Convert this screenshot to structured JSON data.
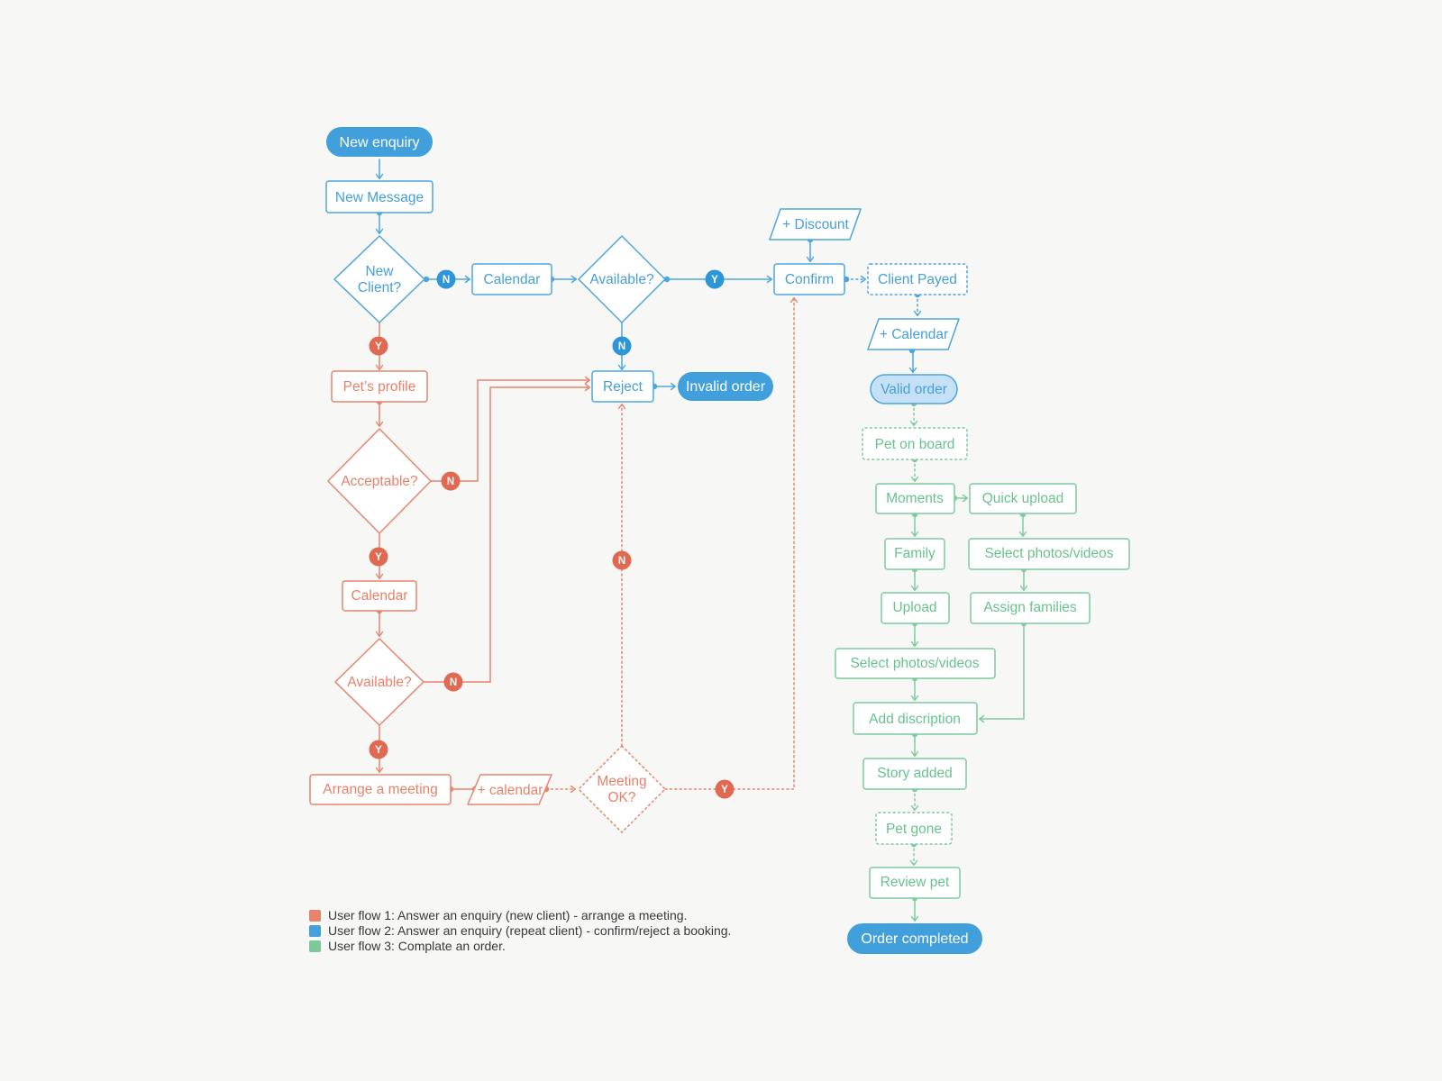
{
  "colors": {
    "background": "#F7F7F6",
    "flow1_red": "#E9846D",
    "flow2_blue": "#4DA5DD",
    "flow3_green": "#7FCA9E",
    "pill_fill_blue": "#41A0DC",
    "valid_order_fill": "#C6E1F5",
    "badge_blue": "#2D96D9",
    "badge_red": "#DF6A51"
  },
  "nodes": {
    "new_enquiry": {
      "label": "New enquiry"
    },
    "new_message": {
      "label": "New Message"
    },
    "new_client": {
      "line1": "New",
      "line2": "Client?"
    },
    "calendar_blue": {
      "label": "Calendar"
    },
    "available_blue": {
      "label": "Available?"
    },
    "discount": {
      "label": "+ Discount"
    },
    "confirm": {
      "label": "Confirm"
    },
    "client_payed": {
      "label": "Client Payed"
    },
    "calendar_plus": {
      "label": "+ Calendar"
    },
    "valid_order": {
      "label": "Valid order"
    },
    "reject": {
      "label": "Reject"
    },
    "invalid_order": {
      "label": "Invalid order"
    },
    "pets_profile": {
      "label": "Pet’s profile"
    },
    "acceptable": {
      "label": "Acceptable?"
    },
    "calendar_red": {
      "label": "Calendar"
    },
    "available_red": {
      "label": "Available?"
    },
    "arrange_meeting": {
      "label": "Arrange a meeting"
    },
    "calendar_plus_red": {
      "label": "+ calendar"
    },
    "meeting_ok": {
      "line1": "Meeting",
      "line2": "OK?"
    },
    "pet_on_board": {
      "label": "Pet on board"
    },
    "moments": {
      "label": "Moments"
    },
    "quick_upload": {
      "label": "Quick upload"
    },
    "family": {
      "label": "Family"
    },
    "select_photos_right": {
      "label": "Select photos/videos"
    },
    "upload": {
      "label": "Upload"
    },
    "assign_families": {
      "label": "Assign families"
    },
    "select_photos_left": {
      "label": "Select photos/videos"
    },
    "add_discription": {
      "label": "Add discription"
    },
    "story_added": {
      "label": "Story added"
    },
    "pet_gone": {
      "label": "Pet gone"
    },
    "review_pet": {
      "label": "Review pet"
    },
    "order_completed": {
      "label": "Order completed"
    }
  },
  "badges": {
    "new_client_no": "N",
    "new_client_yes": "Y",
    "available_blue_yes": "Y",
    "available_blue_no": "N",
    "acceptable_no": "N",
    "acceptable_yes": "Y",
    "available_red_no": "N",
    "available_red_yes": "Y",
    "meeting_ok_no": "N",
    "meeting_ok_yes": "Y"
  },
  "legend": {
    "items": [
      {
        "color": "#E8836D",
        "text": "User flow 1: Answer an enquiry (new client) - arrange a meeting."
      },
      {
        "color": "#45A0DB",
        "text": "User flow 2: Answer an enquiry (repeat client) - confirm/reject a booking."
      },
      {
        "color": "#7DC898",
        "text": "User flow 3: Complate an order."
      }
    ]
  }
}
